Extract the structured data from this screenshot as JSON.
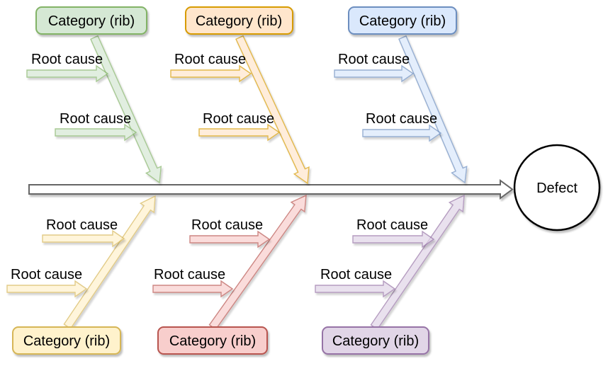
{
  "diagram": {
    "type": "fishbone",
    "background_color": "#ffffff"
  },
  "spine": {
    "fill": "#ffffff",
    "stroke": "#666666"
  },
  "effect": {
    "label": "Defect",
    "fill": "#ffffff",
    "stroke": "#000000"
  },
  "categories": [
    {
      "label": "Category (rib)",
      "side": "top",
      "fill": "#d5e8d4",
      "stroke": "#82b366",
      "causes": [
        "Root cause",
        "Root cause"
      ]
    },
    {
      "label": "Category (rib)",
      "side": "top",
      "fill": "#ffe6cc",
      "stroke": "#d79b00",
      "causes": [
        "Root cause",
        "Root cause"
      ]
    },
    {
      "label": "Category (rib)",
      "side": "top",
      "fill": "#dae8fc",
      "stroke": "#6c8ebf",
      "causes": [
        "Root cause",
        "Root cause"
      ]
    },
    {
      "label": "Category (rib)",
      "side": "bottom",
      "fill": "#fff2cc",
      "stroke": "#d6b656",
      "causes": [
        "Root cause",
        "Root cause"
      ]
    },
    {
      "label": "Category (rib)",
      "side": "bottom",
      "fill": "#f8cecc",
      "stroke": "#b85450",
      "causes": [
        "Root cause",
        "Root cause"
      ]
    },
    {
      "label": "Category (rib)",
      "side": "bottom",
      "fill": "#e1d5e7",
      "stroke": "#9673a6",
      "causes": [
        "Root cause",
        "Root cause"
      ]
    }
  ]
}
